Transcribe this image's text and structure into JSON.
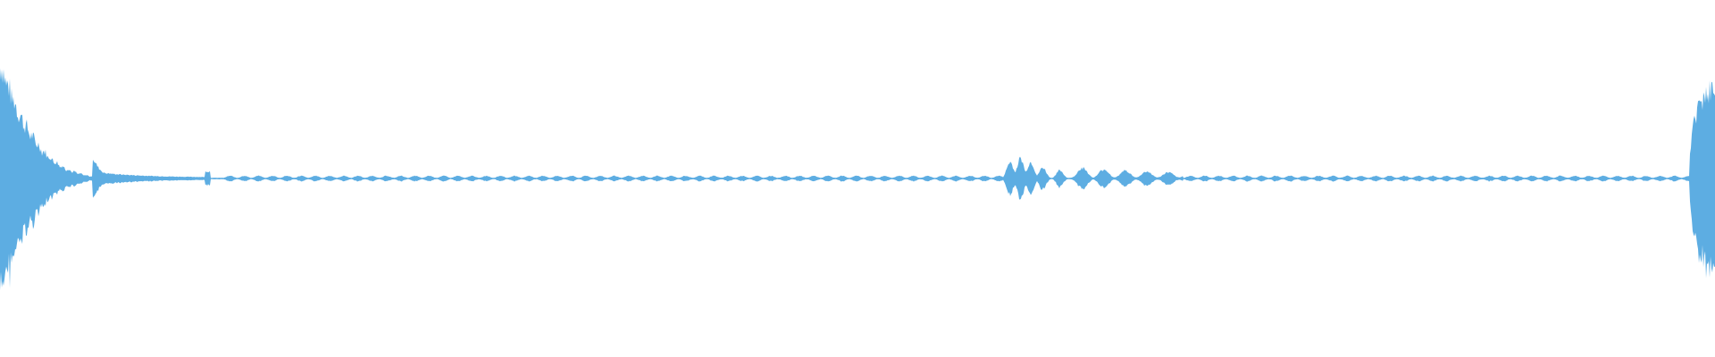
{
  "waveform": {
    "color": "#5dade2",
    "background": "#ffffff",
    "duration_fraction_segments": [
      {
        "start": 0.0,
        "end": 0.06,
        "amplitude": 0.55,
        "type": "attack-decay"
      },
      {
        "start": 0.053,
        "end": 0.12,
        "amplitude": 0.12,
        "type": "decay"
      },
      {
        "start": 0.12,
        "end": 0.585,
        "amplitude": 0.015,
        "type": "pulses"
      },
      {
        "start": 0.585,
        "end": 0.62,
        "amplitude": 0.11,
        "type": "burst"
      },
      {
        "start": 0.62,
        "end": 0.685,
        "amplitude": 0.05,
        "type": "pulses"
      },
      {
        "start": 0.685,
        "end": 0.985,
        "amplitude": 0.015,
        "type": "pulses"
      },
      {
        "start": 0.985,
        "end": 1.0,
        "amplitude": 0.7,
        "type": "crescendo"
      }
    ]
  }
}
